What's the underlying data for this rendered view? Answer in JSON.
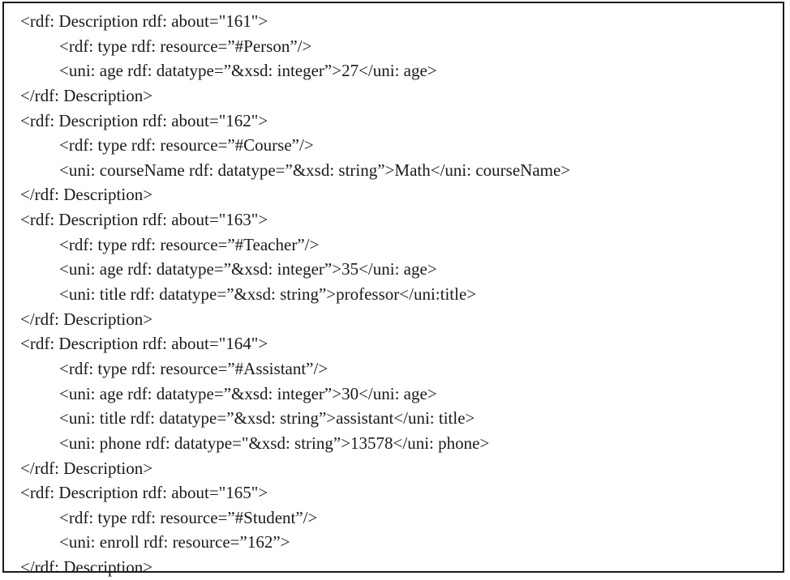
{
  "document": {
    "lines": [
      {
        "indent": 0,
        "text": "<rdf: Description rdf: about=\"161\">"
      },
      {
        "indent": 1,
        "text": "<rdf: type rdf: resource=”#Person”/>"
      },
      {
        "indent": 1,
        "text": "<uni: age rdf: datatype=”&xsd: integer”>27</uni: age>"
      },
      {
        "indent": 0,
        "text": "</rdf: Description>"
      },
      {
        "indent": 0,
        "text": "<rdf: Description rdf: about=\"162\">"
      },
      {
        "indent": 1,
        "text": "<rdf: type rdf: resource=”#Course”/>"
      },
      {
        "indent": 1,
        "text": "<uni: courseName rdf: datatype=”&xsd: string”>Math</uni: courseName>"
      },
      {
        "indent": 0,
        "text": "</rdf: Description>"
      },
      {
        "indent": 0,
        "text": "<rdf: Description rdf: about=\"163\">"
      },
      {
        "indent": 1,
        "text": "<rdf: type rdf: resource=”#Teacher”/>"
      },
      {
        "indent": 1,
        "text": "<uni: age rdf: datatype=”&xsd: integer”>35</uni: age>"
      },
      {
        "indent": 1,
        "text": "<uni: title rdf: datatype=”&xsd: string”>professor</uni:title>"
      },
      {
        "indent": 0,
        "text": "</rdf: Description>"
      },
      {
        "indent": 0,
        "text": "<rdf: Description rdf: about=\"164\">"
      },
      {
        "indent": 1,
        "text": "<rdf: type rdf: resource=”#Assistant”/>"
      },
      {
        "indent": 1,
        "text": "<uni: age rdf: datatype=”&xsd: integer”>30</uni: age>"
      },
      {
        "indent": 1,
        "text": "<uni: title rdf: datatype=”&xsd: string”>assistant</uni: title>"
      },
      {
        "indent": 1,
        "text": "<uni: phone rdf: datatype=\"&xsd: string”>13578</uni: phone>"
      },
      {
        "indent": 0,
        "text": "</rdf: Description>"
      },
      {
        "indent": 0,
        "text": "<rdf: Description rdf: about=\"165\">"
      },
      {
        "indent": 1,
        "text": "<rdf: type rdf: resource=”#Student”/>"
      },
      {
        "indent": 1,
        "text": "<uni: enroll rdf: resource=”162”>"
      },
      {
        "indent": 0,
        "text": "</rdf: Description>"
      }
    ]
  }
}
